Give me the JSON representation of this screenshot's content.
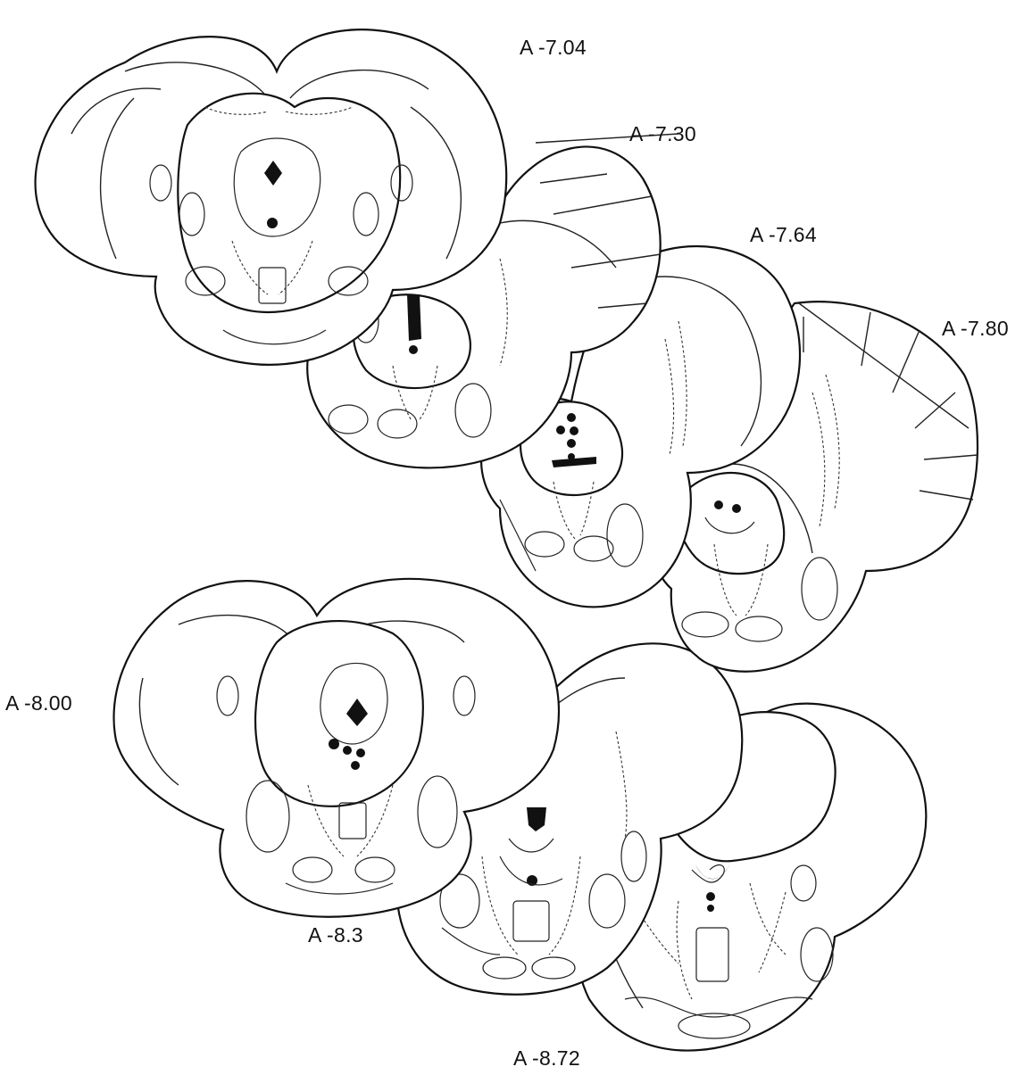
{
  "figure": {
    "section_labels": [
      {
        "id": "a704",
        "text": "A -7.04"
      },
      {
        "id": "a730",
        "text": "A -7.30"
      },
      {
        "id": "a764",
        "text": "A -7.64"
      },
      {
        "id": "a780",
        "text": "A -7.80"
      },
      {
        "id": "a800",
        "text": "A -8.00"
      },
      {
        "id": "a830",
        "text": "A -8.3"
      },
      {
        "id": "a872",
        "text": "A -8.72"
      }
    ]
  },
  "colors": {
    "line": "#111111",
    "background": "#ffffff",
    "lesion": "#111111"
  }
}
